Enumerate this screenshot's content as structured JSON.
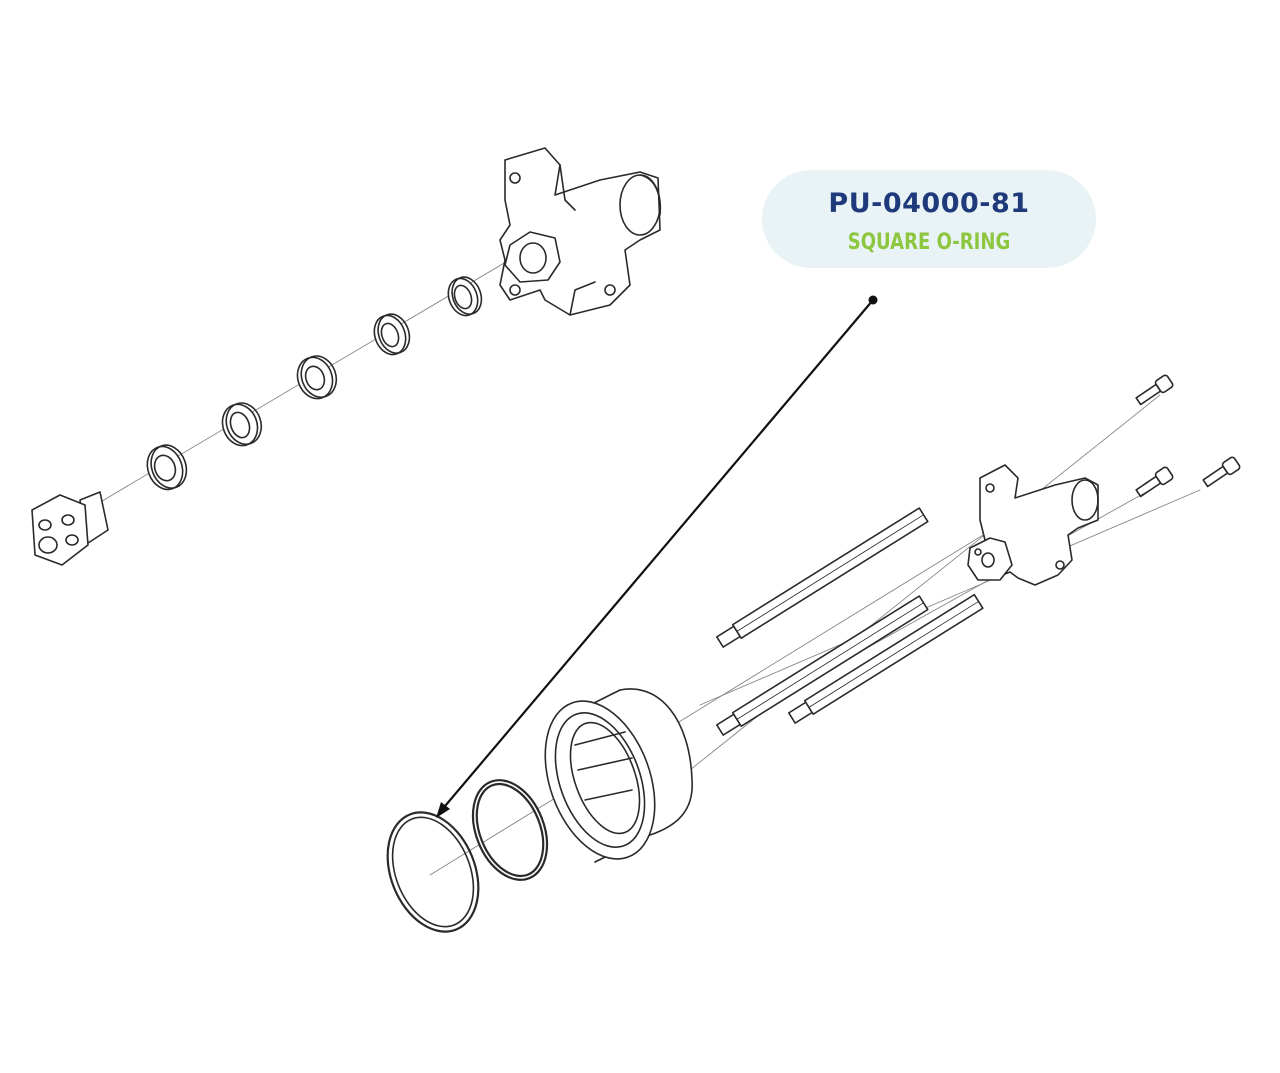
{
  "callout": {
    "part_number": "PU-04000-81",
    "part_name": "SQUARE O-RING"
  },
  "colors": {
    "part_number": "#1f3a7a",
    "part_name": "#8dc63f",
    "pill_background": "#e9f3f6",
    "line_art": "#2a2a2a"
  },
  "parts": [
    "manifold-upper",
    "seal-ring",
    "valve-head",
    "manifold-lower",
    "bolt",
    "rod",
    "cylinder",
    "backup-ring",
    "square-o-ring"
  ]
}
